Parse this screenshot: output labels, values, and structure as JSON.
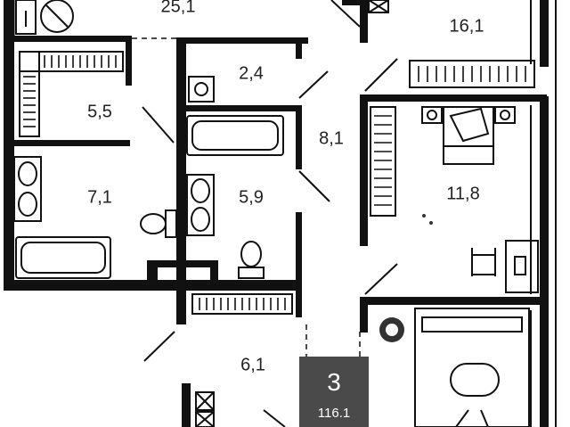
{
  "rooms": [
    {
      "id": "living",
      "area": "25,1"
    },
    {
      "id": "bedroom-1",
      "area": "16,1"
    },
    {
      "id": "hall",
      "area": "2,4"
    },
    {
      "id": "wardrobe",
      "area": "5,5"
    },
    {
      "id": "corridor",
      "area": "8,1"
    },
    {
      "id": "bathroom-1",
      "area": "5,9"
    },
    {
      "id": "bathroom-2",
      "area": "7,1"
    },
    {
      "id": "bedroom-2",
      "area": "11,8"
    },
    {
      "id": "entrance",
      "area": "6,1"
    }
  ],
  "summary": {
    "rooms": "3",
    "total_area": "116.1"
  },
  "colors": {
    "badge": "#4a4a4a",
    "wall": "#111111",
    "background": "#ffffff"
  }
}
